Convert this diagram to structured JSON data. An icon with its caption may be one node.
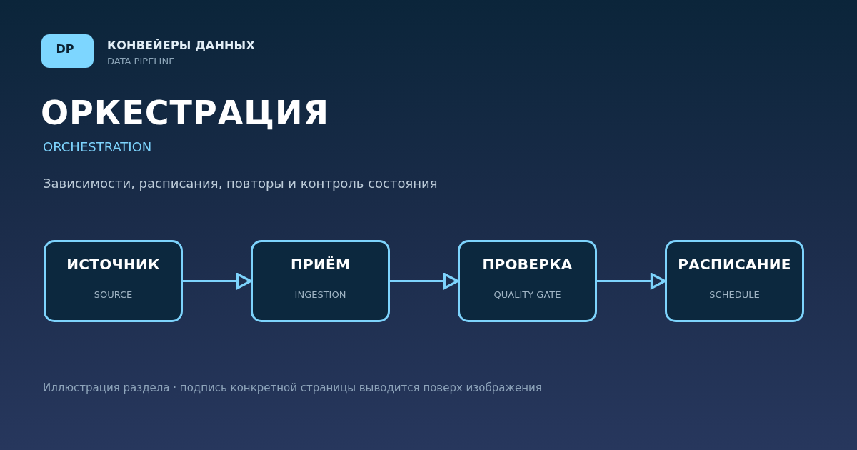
{
  "diagram": {
    "title": "ОРКЕСТРАЦИЯ",
    "caption": "Иллюстрация раздела · подпись конкретной страницы выводится поверх изображения",
    "nodes": [
      {
        "text": [
          "ИСТОЧНИК",
          "SOURCE"
        ]
      },
      {
        "text": [
          "ПРИЁМ",
          "INGESTION"
        ]
      },
      {
        "text": [
          "ПРОВЕРКА",
          "QUALITY GATE"
        ]
      },
      {
        "text": [
          "РАСПИСАНИЕ",
          "SCHEDULE"
        ]
      }
    ],
    "edges": [
      {
        "from": 0,
        "to": 1,
        "arrow": "to"
      },
      {
        "from": 1,
        "to": 2,
        "arrow": "to"
      },
      {
        "from": 2,
        "to": 3,
        "arrow": "to"
      }
    ],
    "labels": [
      "DP",
      "КОНВЕЙЕРЫ ДАННЫХ",
      "DATA PIPELINE",
      "ORCHESTRATION",
      "Зависимости, расписания, повторы и контроль состояния"
    ]
  }
}
